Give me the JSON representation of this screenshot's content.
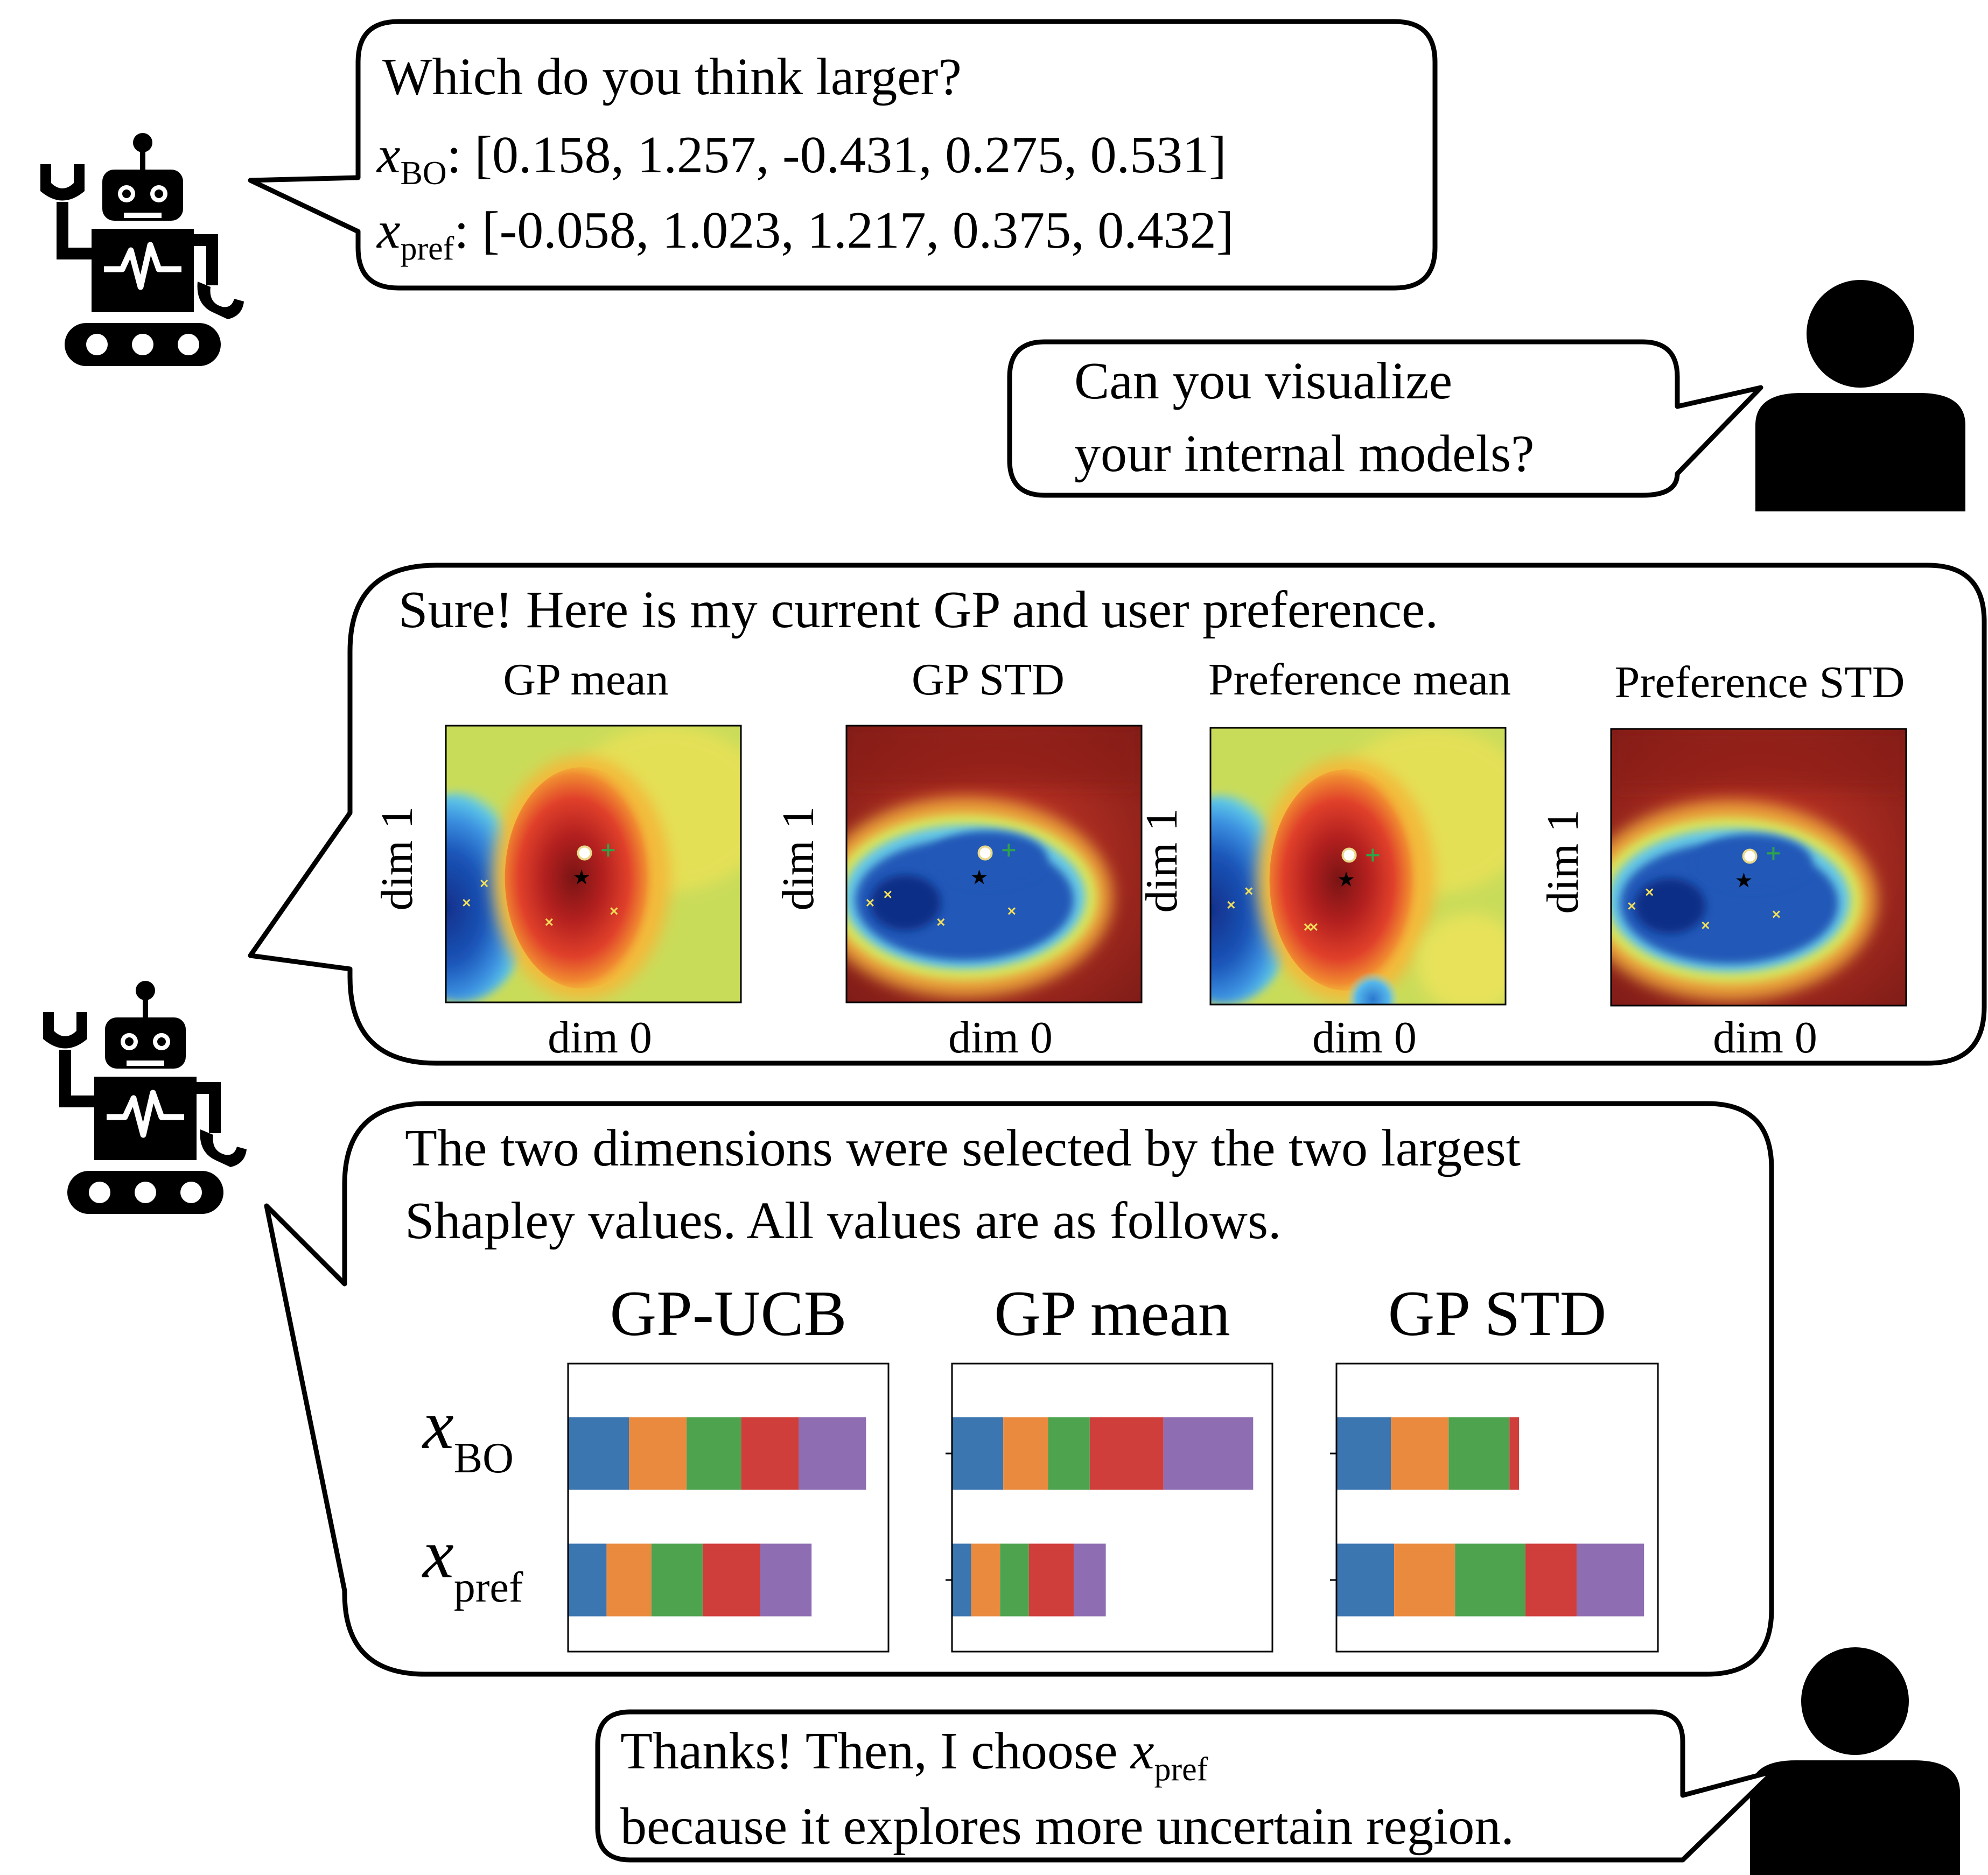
{
  "messages": {
    "robot_1": {
      "line1": "Which do you think larger?",
      "x_bo_label": "x",
      "x_bo_sub": "BO",
      "x_bo_values": ": [0.158, 1.257, -0.431, 0.275, 0.531]",
      "x_pref_label": "x",
      "x_pref_sub": "pref",
      "x_pref_values": ": [-0.058, 1.023, 1.217, 0.375, 0.432]"
    },
    "user_1": {
      "line1": "Can you visualize",
      "line2": "your internal models?"
    },
    "robot_2": {
      "line1": "Sure! Here is my current GP and user preference."
    },
    "robot_3": {
      "line1": "The two dimensions were selected by the two largest",
      "line2": "Shapley values. All values are as follows."
    },
    "user_2": {
      "line1_prefix": "Thanks! Then, I choose ",
      "line1_x": "x",
      "line1_sub": "pref",
      "line2": "because it explores more uncertain region."
    }
  },
  "heatmaps": [
    {
      "title": "GP mean",
      "xlabel": "dim 0",
      "ylabel": "dim 1"
    },
    {
      "title": "GP STD",
      "xlabel": "dim 0",
      "ylabel": "dim 1"
    },
    {
      "title": "Preference mean",
      "xlabel": "dim 0",
      "ylabel": "dim 1"
    },
    {
      "title": "Preference STD",
      "xlabel": "dim 0",
      "ylabel": "dim 1"
    }
  ],
  "chart_data": {
    "type": "bar",
    "orientation": "horizontal",
    "stacked": true,
    "row_labels": [
      {
        "x": "x",
        "sub": "BO"
      },
      {
        "x": "x",
        "sub": "pref"
      }
    ],
    "segment_colors": [
      "#3b76b0",
      "#ea8a3f",
      "#4ea34f",
      "#cf3e3b",
      "#8f6db2"
    ],
    "panels": [
      {
        "title": "GP-UCB",
        "rows": [
          [
            0.19,
            0.18,
            0.17,
            0.18,
            0.21
          ],
          [
            0.12,
            0.14,
            0.16,
            0.18,
            0.16
          ]
        ]
      },
      {
        "title": "GP mean",
        "rows": [
          [
            0.16,
            0.14,
            0.13,
            0.23,
            0.28
          ],
          [
            0.06,
            0.09,
            0.09,
            0.14,
            0.1
          ]
        ]
      },
      {
        "title": "GP STD",
        "rows": [
          [
            0.17,
            0.18,
            0.19,
            0.03,
            0.0
          ],
          [
            0.18,
            0.19,
            0.22,
            0.16,
            0.21
          ]
        ]
      }
    ]
  }
}
